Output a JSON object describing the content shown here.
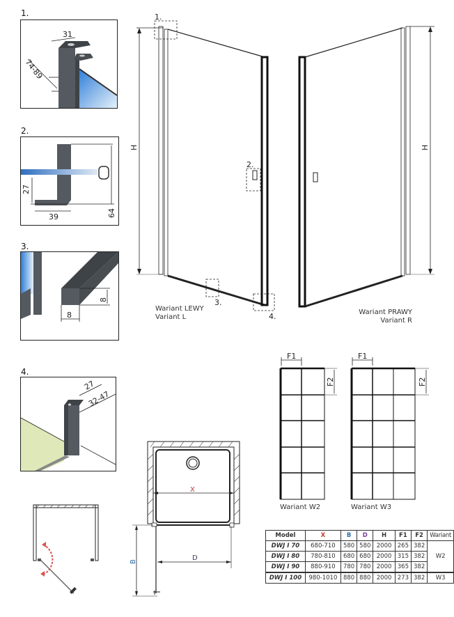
{
  "details": [
    {
      "label": "1.",
      "dims": [
        "31",
        "74-89"
      ]
    },
    {
      "label": "2.",
      "dims": [
        "27",
        "39",
        "64"
      ]
    },
    {
      "label": "3.",
      "dims": [
        "8",
        "8"
      ]
    },
    {
      "label": "4.",
      "dims": [
        "27",
        "32-47"
      ]
    }
  ],
  "door_left": {
    "height_label": "H",
    "callouts": [
      "1.",
      "2.",
      "3.",
      "4."
    ],
    "caption_line1": "Wariant LEWY",
    "caption_line2": "Variant L"
  },
  "door_right": {
    "height_label": "H",
    "caption_line1": "Wariant PRAWY",
    "caption_line2": "Variant R"
  },
  "grid_variants": [
    {
      "name": "Wariant W2",
      "columns": 2,
      "rows": 5,
      "f1": "F1",
      "f2": "F2"
    },
    {
      "name": "Wariant W3",
      "columns": 3,
      "rows": 5,
      "f1": "F1",
      "f2": "F2"
    }
  ],
  "plan_view": {
    "x_label": "X",
    "b_label": "B",
    "d_label": "D"
  },
  "colors": {
    "x": "#c0392b",
    "b": "#2e6da4",
    "d": "#7b3f9e",
    "glass": "#4a8fd6",
    "floor": "#dfe8b8",
    "profile": "#555a60",
    "swing_arrow": "#d9534f"
  },
  "spec_table": {
    "headers": [
      "Model",
      "X",
      "B",
      "D",
      "H",
      "F1",
      "F2",
      "Wariant"
    ],
    "rows": [
      {
        "model": "DWJ I 70",
        "x": "680-710",
        "b": "580",
        "d": "580",
        "h": "2000",
        "f1": "265",
        "f2": "382"
      },
      {
        "model": "DWJ I 80",
        "x": "780-810",
        "b": "680",
        "d": "680",
        "h": "2000",
        "f1": "315",
        "f2": "382"
      },
      {
        "model": "DWJ I 90",
        "x": "880-910",
        "b": "780",
        "d": "780",
        "h": "2000",
        "f1": "365",
        "f2": "382"
      },
      {
        "model": "DWJ I 100",
        "x": "980-1010",
        "b": "880",
        "d": "880",
        "h": "2000",
        "f1": "273",
        "f2": "382"
      }
    ],
    "variant_groups": [
      "W2",
      "W3"
    ]
  }
}
